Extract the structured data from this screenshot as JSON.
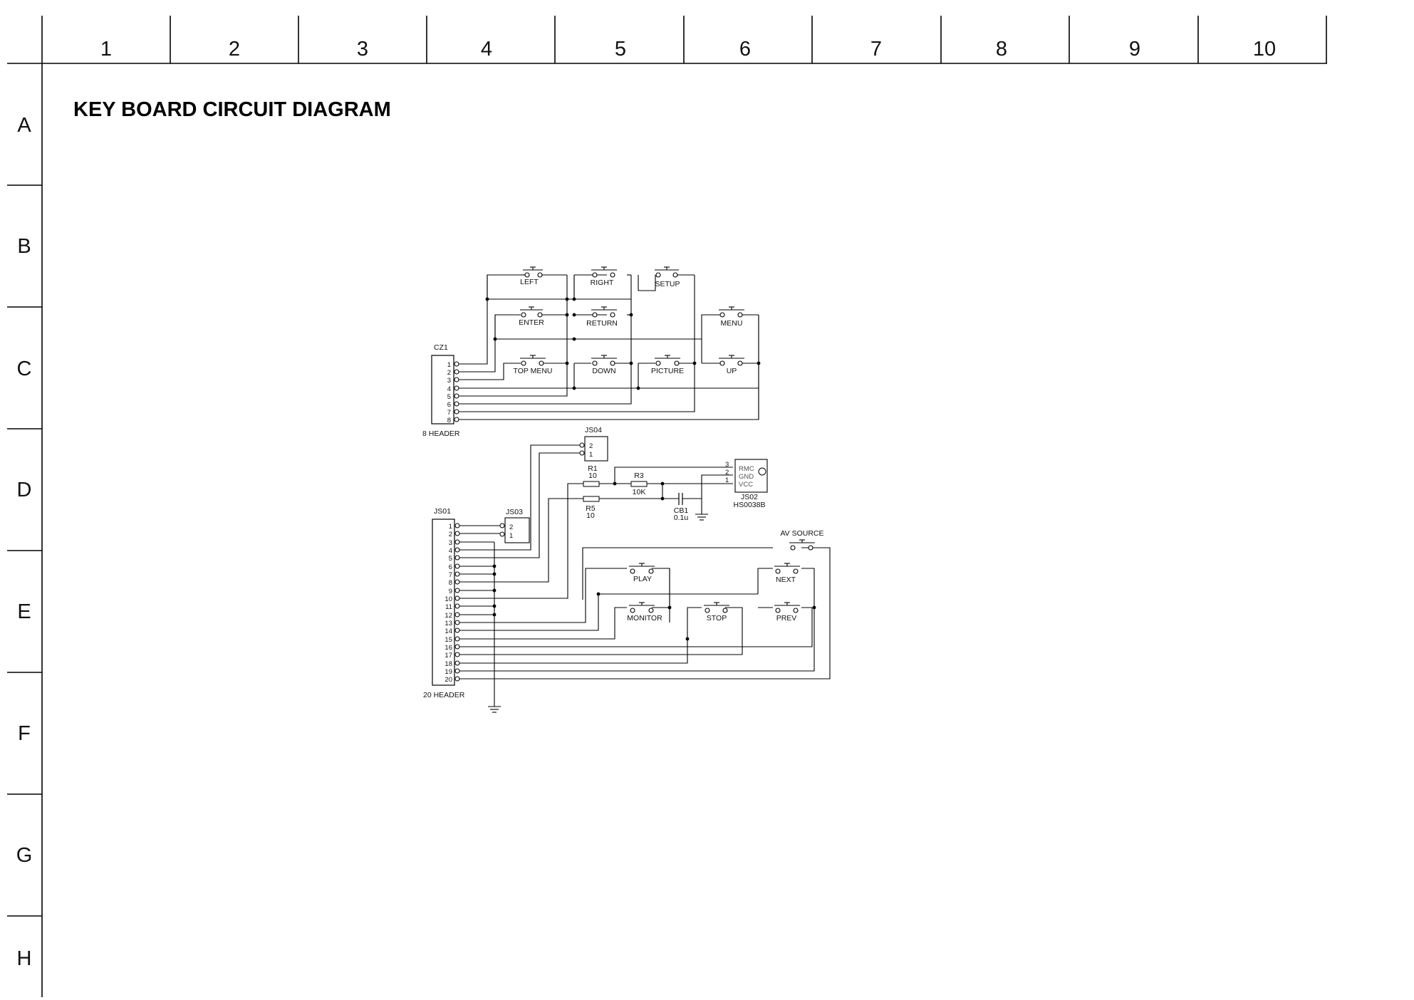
{
  "title": "KEY BOARD CIRCUIT DIAGRAM",
  "grid": {
    "columns": [
      "1",
      "2",
      "3",
      "4",
      "5",
      "6",
      "7",
      "8",
      "9",
      "10"
    ],
    "rows": [
      "A",
      "B",
      "C",
      "D",
      "E",
      "F",
      "G",
      "H"
    ]
  },
  "connectors": {
    "cz1": {
      "ref": "CZ1",
      "caption": "8 HEADER",
      "pins": [
        "1",
        "2",
        "3",
        "4",
        "5",
        "6",
        "7",
        "8"
      ]
    },
    "js01": {
      "ref": "JS01",
      "caption": "20 HEADER",
      "pins": [
        "1",
        "2",
        "3",
        "4",
        "5",
        "6",
        "7",
        "8",
        "9",
        "10",
        "11",
        "12",
        "13",
        "14",
        "15",
        "16",
        "17",
        "18",
        "19",
        "20"
      ]
    },
    "js03": {
      "ref": "JS03",
      "pins": [
        "2",
        "1"
      ]
    },
    "js04": {
      "ref": "JS04",
      "pins": [
        "2",
        "1"
      ]
    }
  },
  "switches_top": {
    "left": "LEFT",
    "right": "RIGHT",
    "setup": "SETUP",
    "enter": "ENTER",
    "return": "RETURN",
    "menu": "MENU",
    "top_menu": "TOP MENU",
    "down": "DOWN",
    "picture": "PICTURE",
    "up": "UP"
  },
  "switches_bottom": {
    "av_source": "AV SOURCE",
    "play": "PLAY",
    "next": "NEXT",
    "monitor": "MONITOR",
    "stop": "STOP",
    "prev": "PREV"
  },
  "components": {
    "r1": {
      "ref": "R1",
      "value": "10"
    },
    "r3": {
      "ref": "R3",
      "value": "10K"
    },
    "r5": {
      "ref": "R5",
      "value": "10"
    },
    "cb1": {
      "ref": "CB1",
      "value": "0.1u"
    },
    "js02": {
      "ref": "JS02",
      "part": "HS0038B",
      "pin_labels": [
        "RMC",
        "GND",
        "VCC"
      ],
      "pin_numbers": [
        "3",
        "2",
        "1"
      ]
    }
  }
}
